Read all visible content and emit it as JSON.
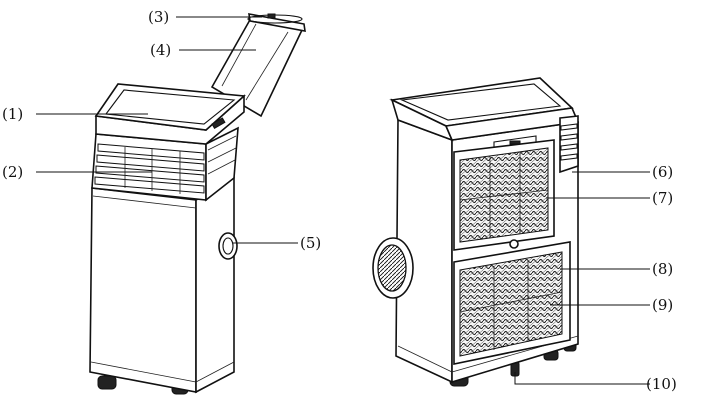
{
  "callouts": [
    {
      "id": "c1",
      "text": "(1)"
    },
    {
      "id": "c2",
      "text": "(2)"
    },
    {
      "id": "c3",
      "text": "(3)"
    },
    {
      "id": "c4",
      "text": "(4)"
    },
    {
      "id": "c5",
      "text": "(5)"
    },
    {
      "id": "c6",
      "text": "(6)"
    },
    {
      "id": "c7",
      "text": "(7)"
    },
    {
      "id": "c8",
      "text": "(8)"
    },
    {
      "id": "c9",
      "text": "(9)"
    },
    {
      "id": "c10",
      "text": "(10)"
    }
  ]
}
